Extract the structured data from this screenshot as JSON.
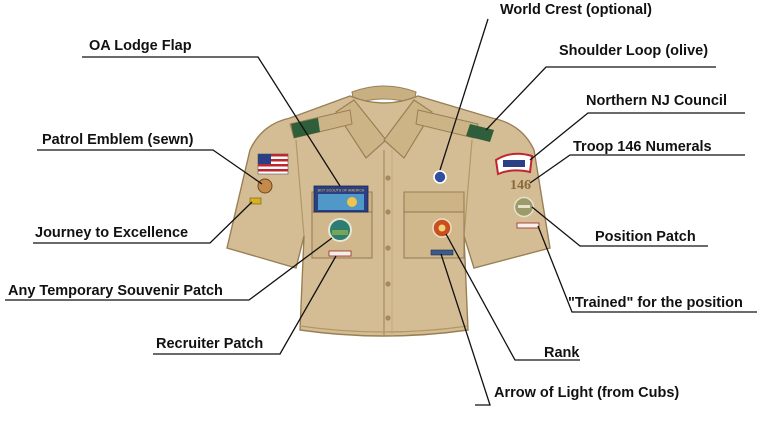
{
  "labels": {
    "world_crest": "World Crest (optional)",
    "oa_lodge_flap": "OA Lodge Flap",
    "shoulder_loop": "Shoulder Loop (olive)",
    "council": "Northern NJ Council",
    "patrol_emblem": "Patrol Emblem (sewn)",
    "troop_numerals": "Troop 146 Numerals",
    "journey": "Journey to Excellence",
    "position_patch": "Position Patch",
    "souvenir": "Any Temporary Souvenir Patch",
    "trained": "\"Trained\" for the position",
    "recruiter": "Recruiter Patch",
    "rank": "Rank",
    "arrow_of_light": "Arrow of Light (from Cubs)"
  },
  "patches": {
    "troop_number": "146",
    "flap_text": "BOY SCOUTS OF AMERICA"
  },
  "colors": {
    "shirt": "#d4bd94",
    "shirt_shadow": "#bfa57a",
    "shoulder_loop": "#2f5e3a",
    "leader_line": "#111111"
  }
}
